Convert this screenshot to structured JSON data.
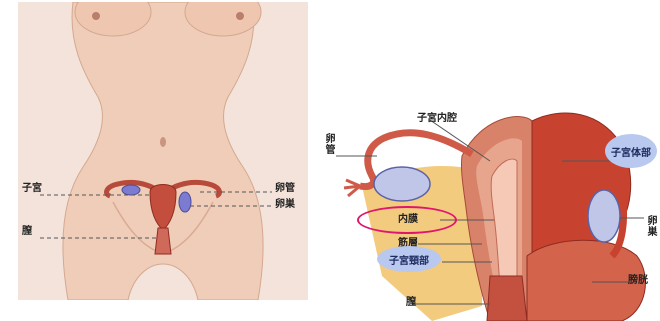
{
  "left_diagram": {
    "labels": {
      "uterus": "子宮",
      "vagina": "膣",
      "fallopian_tube": "卵管",
      "ovary": "卵巣"
    }
  },
  "right_diagram": {
    "labels": {
      "endometrium_cavity": "子宮内腔",
      "fallopian_tube": "卵管",
      "endometrium": "内膜",
      "muscle_layer": "筋層",
      "cervix": "子宮頸部",
      "vagina": "膣",
      "uterine_body": "子宮体部",
      "ovary": "卵巣",
      "bladder": "膀胱"
    },
    "highlight_colors": {
      "pill": "#b9c8ef",
      "ring": "#e0156e"
    }
  }
}
